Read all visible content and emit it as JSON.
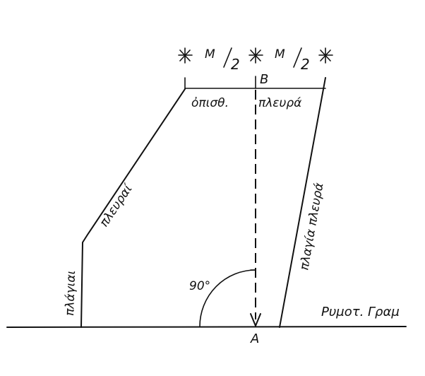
{
  "diagram": {
    "type": "hand-drawn plan sketch of building plot sides",
    "dimension_labels": [
      "M/2",
      "M/2"
    ],
    "dimension_label_parts": {
      "numerator": "M",
      "denominator": "2"
    },
    "points": {
      "top_center": "B",
      "bottom_center": "A"
    },
    "labels": {
      "rear_side_left": "ὀπισθ.",
      "rear_side_right": "πλευρά",
      "left_side_upper": "πλευραί",
      "left_side_lower": "πλάγιαι",
      "right_side": "πλαγία πλευρά",
      "angle": "90°",
      "building_line": "Ρυμοτ. Γραμ"
    },
    "markers": [
      "star-marker-left",
      "star-marker-center",
      "star-marker-right"
    ]
  }
}
